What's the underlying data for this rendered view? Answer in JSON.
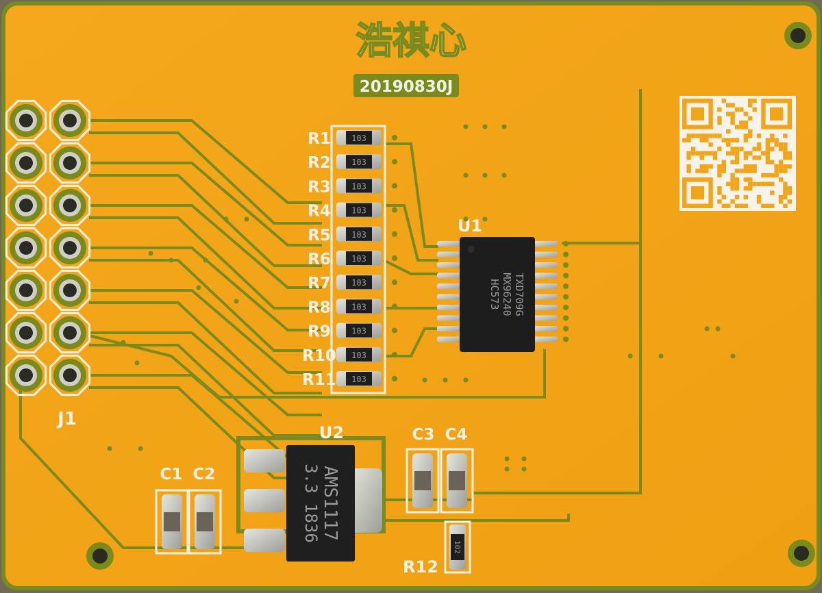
{
  "board": {
    "brand_text": "浩祺心",
    "date_code": "20190830J",
    "connector_label": "J1"
  },
  "resistors": [
    {
      "ref": "R1",
      "marking": "103"
    },
    {
      "ref": "R2",
      "marking": "103"
    },
    {
      "ref": "R3",
      "marking": "103"
    },
    {
      "ref": "R4",
      "marking": "103"
    },
    {
      "ref": "R5",
      "marking": "103"
    },
    {
      "ref": "R6",
      "marking": "103"
    },
    {
      "ref": "R7",
      "marking": "103"
    },
    {
      "ref": "R8",
      "marking": "103"
    },
    {
      "ref": "R9",
      "marking": "103"
    },
    {
      "ref": "R10",
      "marking": "103"
    },
    {
      "ref": "R11",
      "marking": "103"
    }
  ],
  "u1": {
    "ref": "U1",
    "line1": "HC573",
    "line2": "MX96240",
    "line3": "TXD709G"
  },
  "u2": {
    "ref": "U2",
    "line1": "AMS1117",
    "line2": "3.3  1836"
  },
  "capacitors": [
    {
      "ref": "C1"
    },
    {
      "ref": "C2"
    },
    {
      "ref": "C3"
    },
    {
      "ref": "C4"
    }
  ],
  "r12": {
    "ref": "R12",
    "marking": "102"
  },
  "colors": {
    "board": "#f3a51a",
    "trace": "#7a8a18",
    "silkscreen": "#f4f1e6",
    "pad": "#c9c9c3",
    "chip": "#1c1c1c"
  }
}
